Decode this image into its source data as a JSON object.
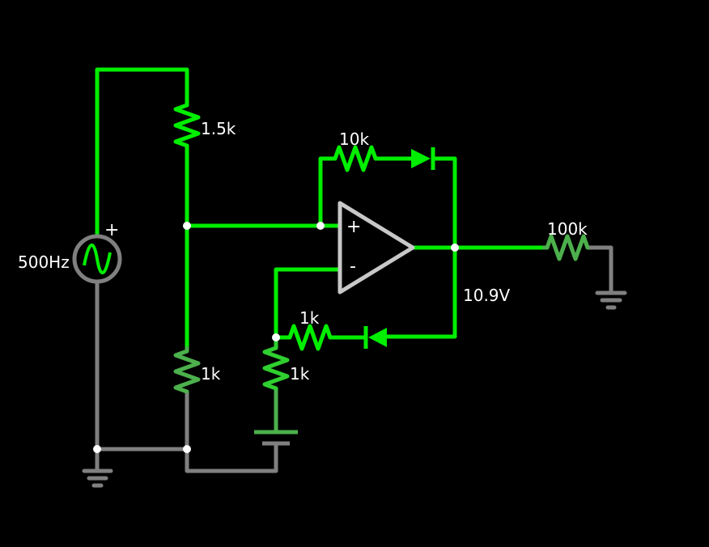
{
  "colors": {
    "background": "#000000",
    "wire_active": "#00ee00",
    "wire_ground": "#808080",
    "opamp_outline": "#c8c8c8",
    "node_dot": "#ffffff",
    "text": "#ffffff"
  },
  "source": {
    "label": "500Hz",
    "polarity": "+"
  },
  "resistors": {
    "r_top": "1.5k",
    "r_bottom_left": "1k",
    "r_feedback_top": "10k",
    "r_feedback_bottom": "1k",
    "r_ground_mid": "1k",
    "r_load": "100k"
  },
  "opamp": {
    "plus": "+",
    "minus": "-"
  },
  "output_voltage": "10.9V"
}
